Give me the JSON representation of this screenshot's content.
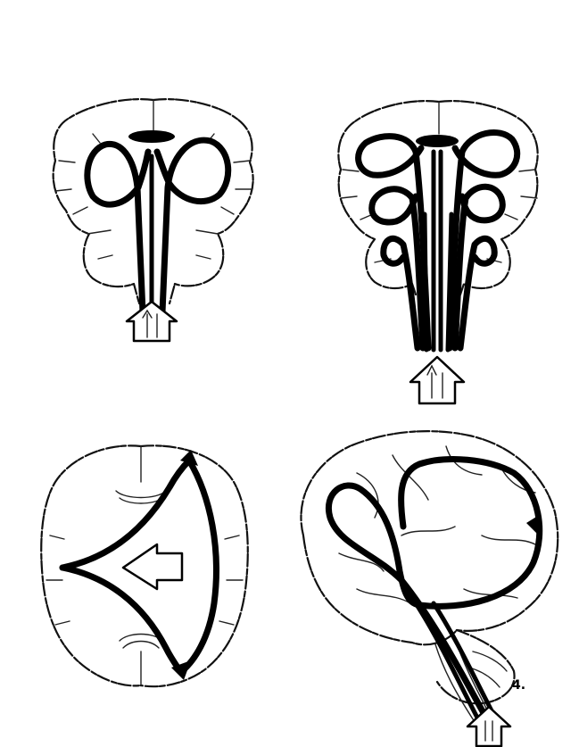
{
  "figure": {
    "panel_count": 4,
    "ink_color": "#000000",
    "background_color": "#ffffff",
    "panels": [
      {
        "view": "coronal",
        "pathway": "commissural-loops",
        "loops": 2
      },
      {
        "view": "coronal",
        "pathway": "association-loops",
        "loops": 6
      },
      {
        "view": "axial",
        "pathway": "projection-fan",
        "loops": 0
      },
      {
        "view": "sagittal",
        "pathway": "long-loop",
        "loops": 1
      }
    ],
    "corner_mark": "4."
  }
}
